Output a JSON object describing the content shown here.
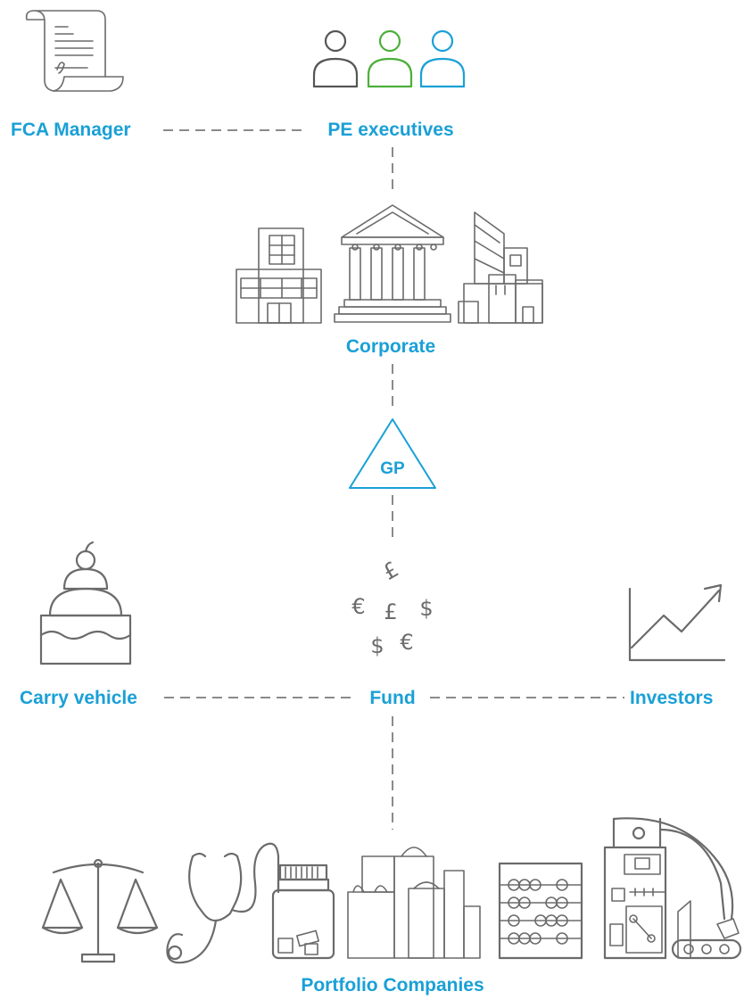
{
  "nodes": {
    "fca_manager": "FCA Manager",
    "pe_executives": "PE executives",
    "corporate": "Corporate",
    "gp": "GP",
    "carry_vehicle": "Carry vehicle",
    "fund": "Fund",
    "investors": "Investors",
    "portfolio_companies": "Portfolio Companies"
  },
  "currency_symbols": [
    "£",
    "€",
    "£",
    "$",
    "$",
    "€"
  ],
  "colors": {
    "label": "#1aa0d6",
    "icon_stroke": "#6b6b6b",
    "connector": "#8a8a8a",
    "person_dark": "#555555",
    "person_green": "#4caf3a",
    "person_blue": "#1aa0d6"
  },
  "icons": {
    "fca_manager": "document-scroll-icon",
    "pe_executives": "people-group-icon",
    "corporate": "buildings-icon",
    "gp": "triangle-icon",
    "carry_vehicle": "cake-icon",
    "fund": "currency-icon",
    "investors": "growth-chart-icon",
    "portfolio_companies": "industries-icon"
  }
}
